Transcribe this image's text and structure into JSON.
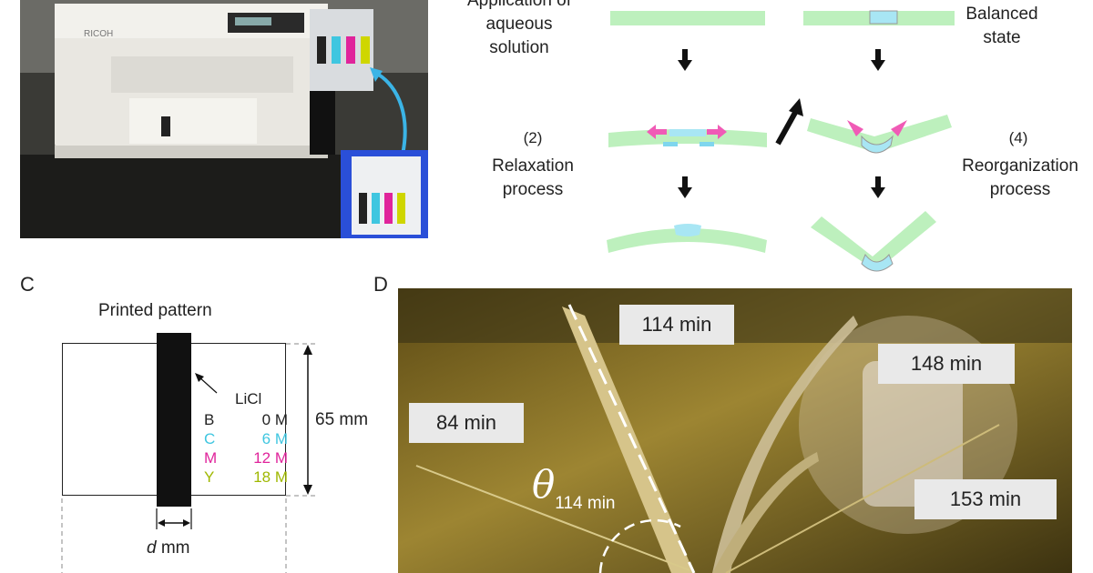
{
  "panel_b": {
    "step1_label": [
      "Application of",
      "aqueous",
      "solution"
    ],
    "step2_num": "(2)",
    "step2_label": [
      "Relaxation",
      "process"
    ],
    "step3_label": [
      "Balanced",
      "state"
    ],
    "step4_num": "(4)",
    "step4_label": [
      "Reorganization",
      "process"
    ],
    "colors": {
      "strip": "#bdf0bd",
      "solution": "#a8e6f4",
      "arrow_pink": "#f05bb6"
    }
  },
  "panel_c": {
    "letter": "C",
    "title": "Printed pattern",
    "licl_header": "LiCl",
    "legend": [
      {
        "ink": "B",
        "conc": "0 M",
        "color": "#222222"
      },
      {
        "ink": "C",
        "conc": "6 M",
        "color": "#3fc6e0"
      },
      {
        "ink": "M",
        "conc": "12 M",
        "color": "#e0249b"
      },
      {
        "ink": "Y",
        "conc": "18 M",
        "color": "#9fb800"
      }
    ],
    "height_label": "65 mm",
    "width_label_var": "d",
    "width_label_unit": " mm"
  },
  "panel_d": {
    "letter": "D",
    "times": [
      "114 min",
      "148 min",
      "84 min",
      "153 min"
    ],
    "theta_symbol": "θ",
    "theta_sub": "114 min"
  }
}
